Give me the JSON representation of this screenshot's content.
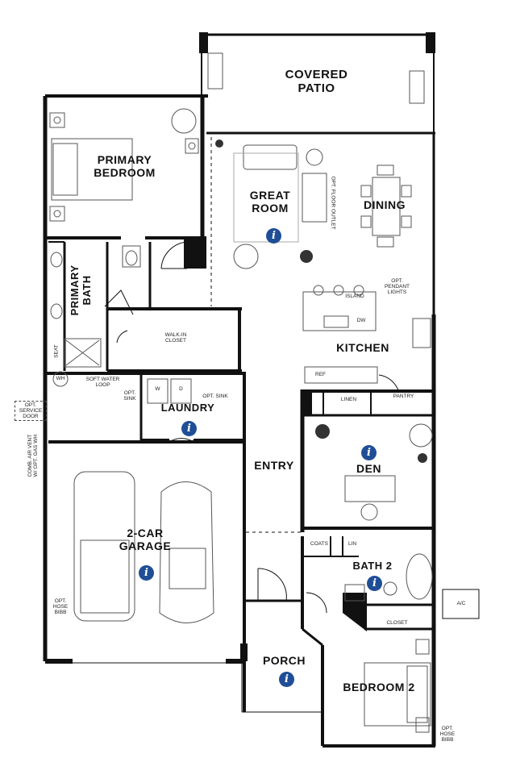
{
  "rooms": {
    "covered_patio": [
      "COVERED",
      "PATIO"
    ],
    "primary_bedroom": [
      "PRIMARY",
      "BEDROOM"
    ],
    "great_room": [
      "GREAT",
      "ROOM"
    ],
    "dining": "DINING",
    "primary_bath": [
      "PRIMARY",
      "BATH"
    ],
    "kitchen": "KITCHEN",
    "laundry": "LAUNDRY",
    "entry": "ENTRY",
    "den": "DEN",
    "garage": [
      "2-CAR",
      "GARAGE"
    ],
    "bath2": "BATH 2",
    "porch": "PORCH",
    "bedroom2": "BEDROOM 2"
  },
  "notes": {
    "opt_floor_outlet": "OPT. FLOOR OUTLET",
    "opt_pendant_lights": [
      "OPT.",
      "PENDANT",
      "LIGHTS"
    ],
    "island": "ISLAND",
    "dw": "DW",
    "walk_in_closet": [
      "WALK-IN",
      "CLOSET"
    ],
    "seat": "SEAT",
    "ref": "REF",
    "linen": "LINEN",
    "pantry": "PANTRY",
    "wh": "WH",
    "soft_water_loop": [
      "SOFT WATER",
      "LOOP"
    ],
    "opt_sink_1": [
      "OPT.",
      "SINK"
    ],
    "opt_sink_2": "OPT. SINK",
    "w": "W",
    "d": "D",
    "opt_service_door": [
      "OPT.",
      "SERVICE",
      "DOOR"
    ],
    "combustion_vent": [
      "COMB. AIR VENT",
      "W/ OPT. GAS WH"
    ],
    "coats": "COATS",
    "lin": "LIN",
    "closet": "CLOSET",
    "ac": "A/C",
    "opt_hose_bibb_left": [
      "OPT.",
      "HOSE",
      "BIBB"
    ],
    "opt_hose_bibb_right": [
      "OPT.",
      "HOSE",
      "BIBB"
    ]
  },
  "info_marker": "i",
  "colors": {
    "wall": "#111111",
    "info": "#1f4e96",
    "fixture": "#6a6a6a",
    "cabinet": "#dddddd"
  }
}
